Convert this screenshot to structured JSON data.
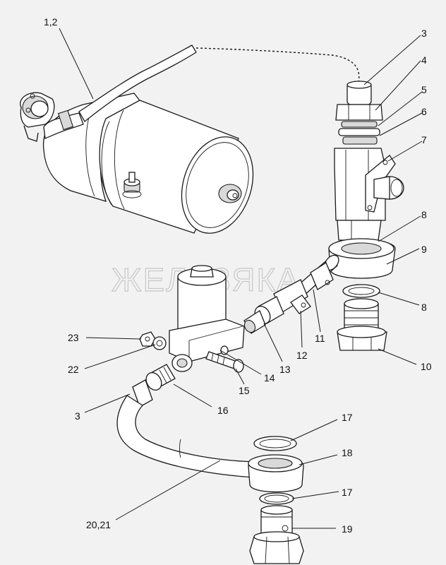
{
  "watermark": "ЖЕЛЕЗЯКА",
  "callouts": [
    {
      "id": "1-2",
      "text": "1,2"
    },
    {
      "id": "3-top",
      "text": "3"
    },
    {
      "id": "4",
      "text": "4"
    },
    {
      "id": "5",
      "text": "5"
    },
    {
      "id": "6",
      "text": "6"
    },
    {
      "id": "7",
      "text": "7"
    },
    {
      "id": "8-top",
      "text": "8"
    },
    {
      "id": "9",
      "text": "9"
    },
    {
      "id": "8-mid",
      "text": "8"
    },
    {
      "id": "10",
      "text": "10"
    },
    {
      "id": "11",
      "text": "11"
    },
    {
      "id": "12",
      "text": "12"
    },
    {
      "id": "13",
      "text": "13"
    },
    {
      "id": "14",
      "text": "14"
    },
    {
      "id": "15",
      "text": "15"
    },
    {
      "id": "16",
      "text": "16"
    },
    {
      "id": "23",
      "text": "23"
    },
    {
      "id": "22",
      "text": "22"
    },
    {
      "id": "3-left",
      "text": "3"
    },
    {
      "id": "17-top",
      "text": "17"
    },
    {
      "id": "18",
      "text": "18"
    },
    {
      "id": "17-bottom",
      "text": "17"
    },
    {
      "id": "19",
      "text": "19"
    },
    {
      "id": "20-21",
      "text": "20,21"
    }
  ]
}
